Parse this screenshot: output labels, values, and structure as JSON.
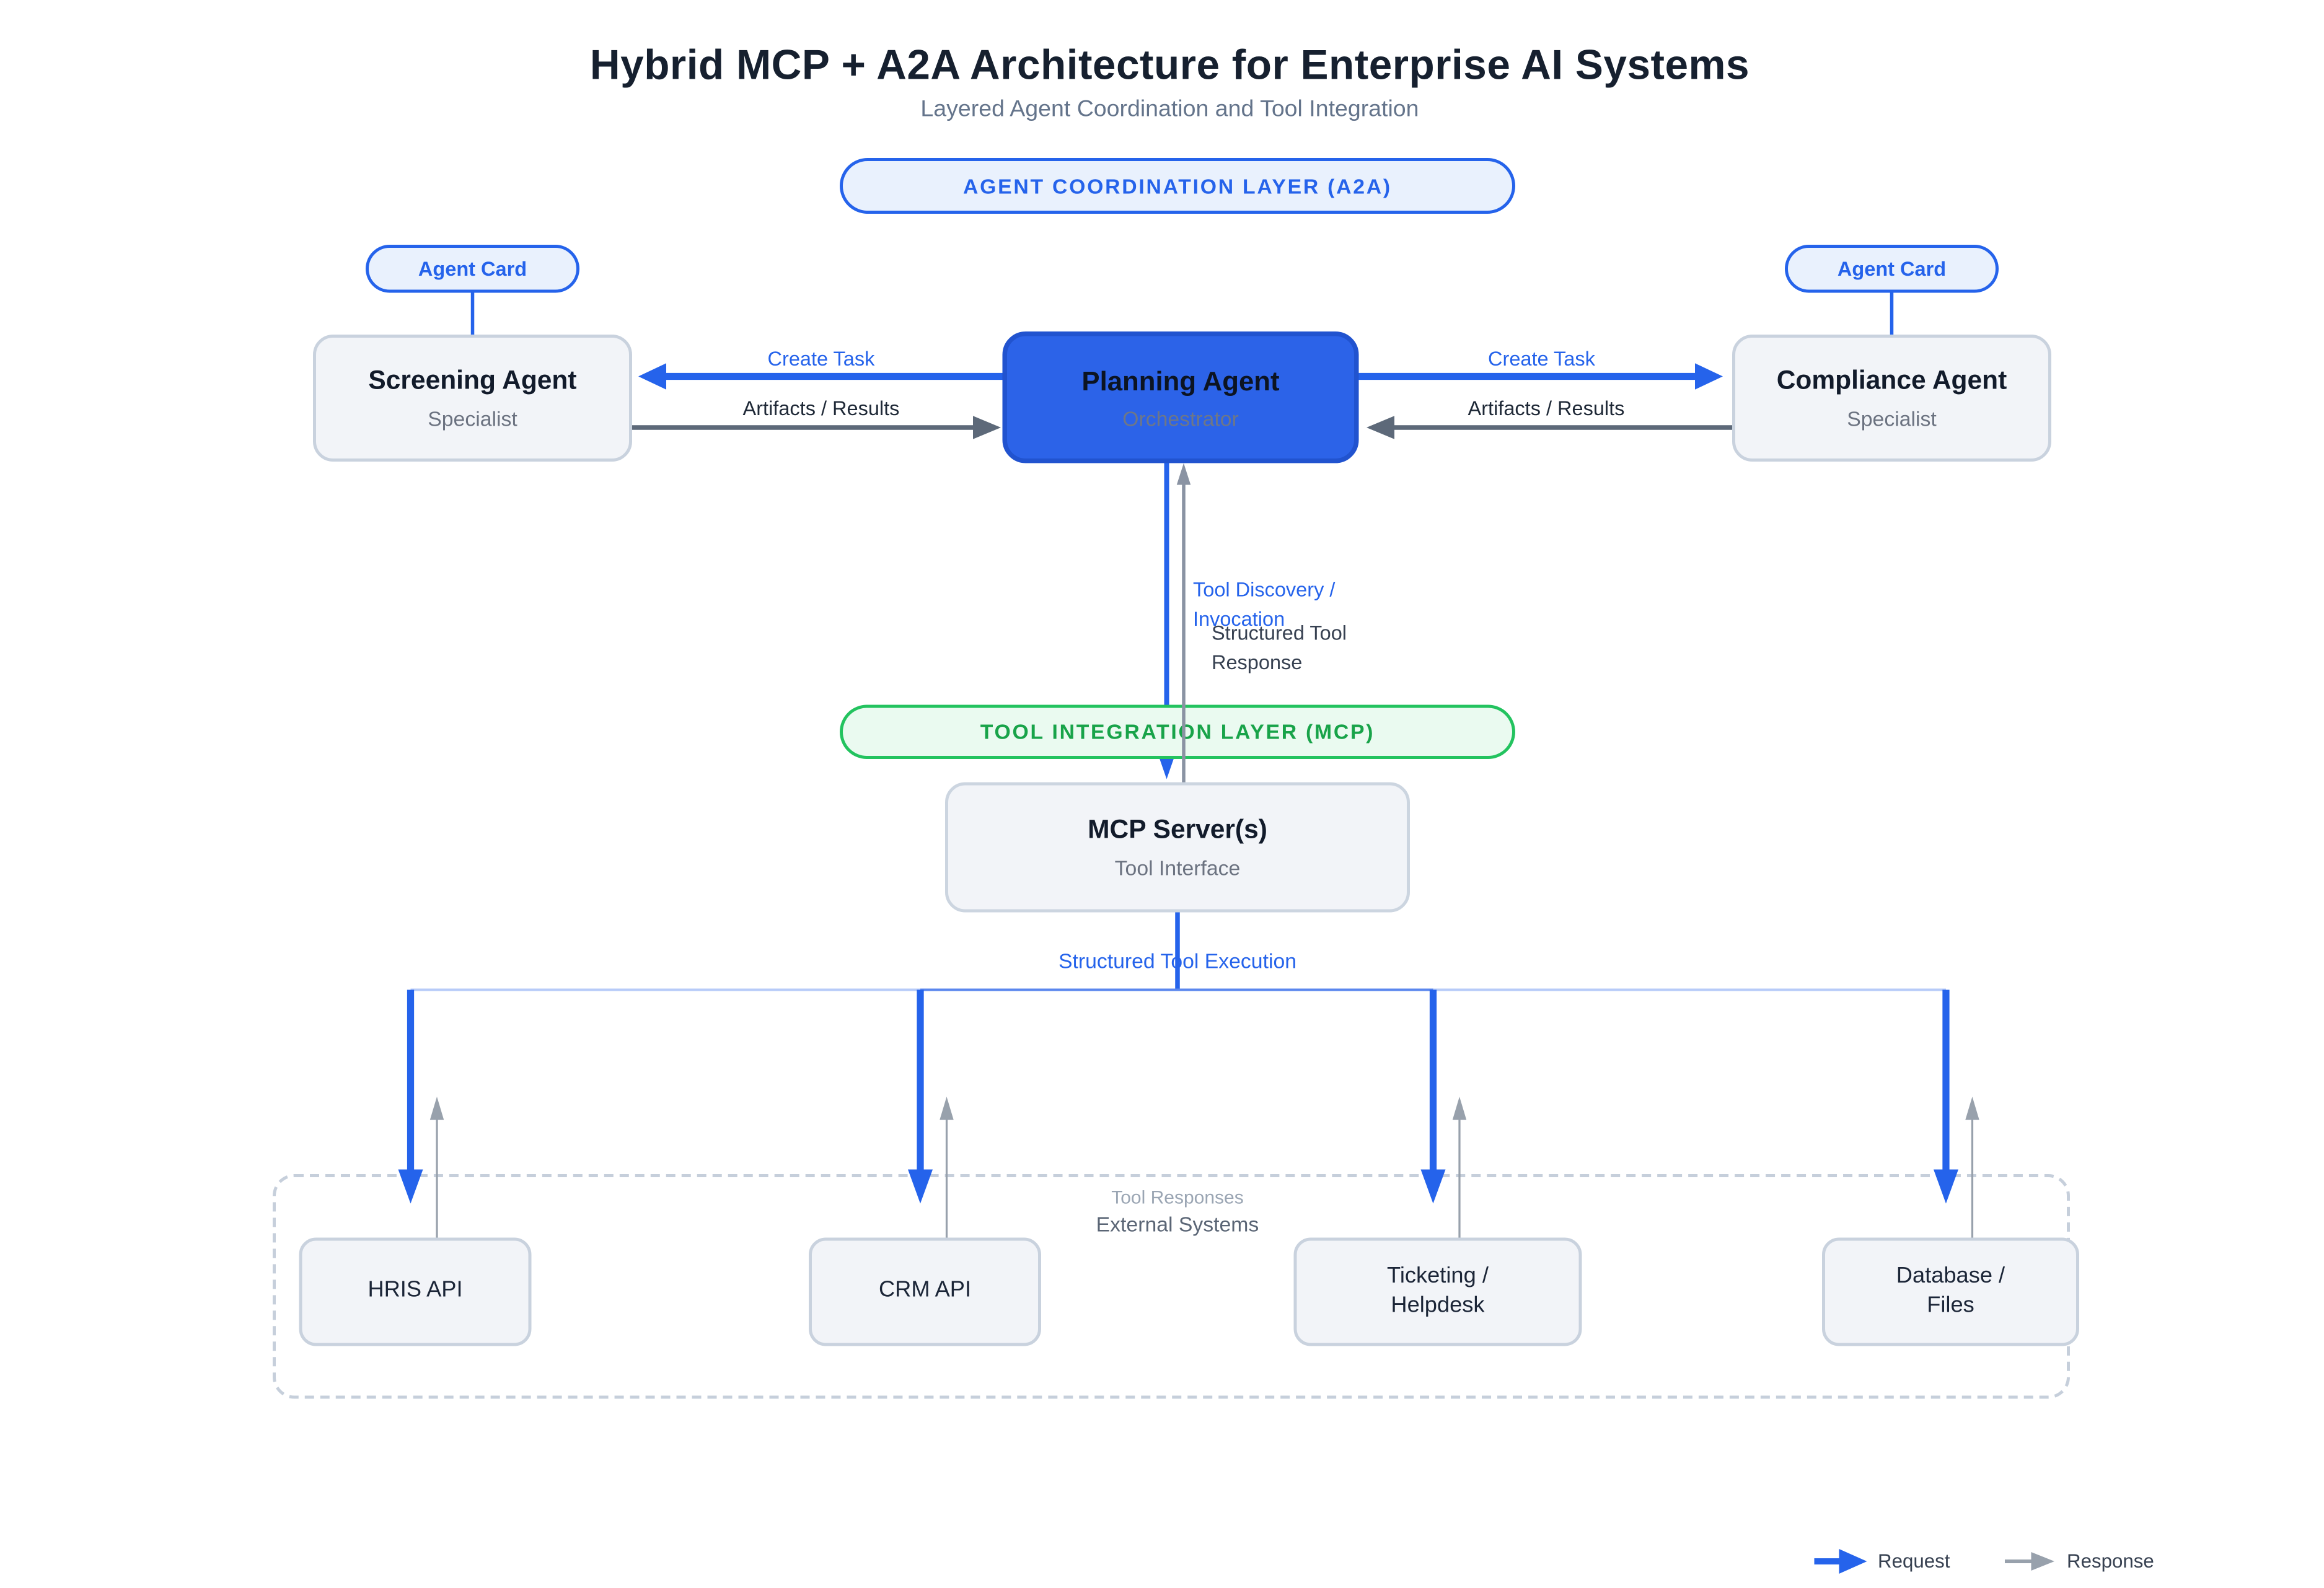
{
  "diagram": {
    "title": "Hybrid MCP + A2A Architecture for Enterprise AI Systems",
    "subtitle": "Layered Agent Coordination and Tool Integration"
  },
  "layers": {
    "a2a_label": "AGENT COORDINATION LAYER (A2A)",
    "mcp_label": "TOOL INTEGRATION LAYER (MCP)"
  },
  "nodes": {
    "agent_card_left": "Agent Card",
    "agent_card_right": "Agent Card",
    "screening": {
      "title": "Screening Agent",
      "subtitle": "Specialist"
    },
    "planning": {
      "title": "Planning Agent",
      "subtitle": "Orchestrator"
    },
    "compliance": {
      "title": "Compliance Agent",
      "subtitle": "Specialist"
    },
    "mcp_server": {
      "title": "MCP Server(s)",
      "subtitle": "Tool Interface"
    }
  },
  "edges": {
    "create_task_left": "Create Task",
    "artifacts_left": "Artifacts / Results",
    "create_task_right": "Create Task",
    "artifacts_right": "Artifacts / Results",
    "tool_discovery_line1": "Tool Discovery /",
    "tool_discovery_line2": "Invocation",
    "tool_response_line1": "Structured Tool",
    "tool_response_line2": "Response",
    "structured_execution": "Structured Tool Execution",
    "tool_responses": "Tool Responses"
  },
  "external_systems": {
    "label": "External Systems",
    "systems": [
      {
        "line1": "HRIS API",
        "line2": ""
      },
      {
        "line1": "CRM API",
        "line2": ""
      },
      {
        "line1": "Ticketing /",
        "line2": "Helpdesk"
      },
      {
        "line1": "Database /",
        "line2": "Files"
      }
    ]
  },
  "legend": {
    "request": "Request",
    "response": "Response"
  },
  "colors": {
    "accent_blue": "#2563eb",
    "accent_green": "#18a349",
    "request_arrow": "#2563eb",
    "response_arrow_dark": "#5d6979",
    "response_arrow_light": "#98a1ac",
    "planning_fill": "#2c63e8",
    "node_fill": "#f2f4f8",
    "node_border": "#c9d2de",
    "badge_blue_fill": "#e9f1fd",
    "badge_green_fill": "#eafaf0",
    "title_ink": "#16202f",
    "muted": "#64748b"
  }
}
